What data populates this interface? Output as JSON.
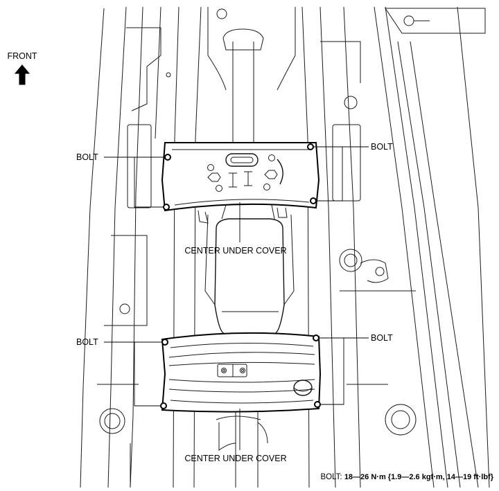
{
  "front_label": "FRONT",
  "labels": {
    "bolt": "BOLT",
    "cover": "CENTER UNDER COVER"
  },
  "torque": {
    "prefix": "BOLT: ",
    "value": "18—26 N·m {1.9—2.6 kgf·m, 14—19 ft·lbf}"
  },
  "colors": {
    "line": "#000000",
    "background": "#ffffff"
  }
}
